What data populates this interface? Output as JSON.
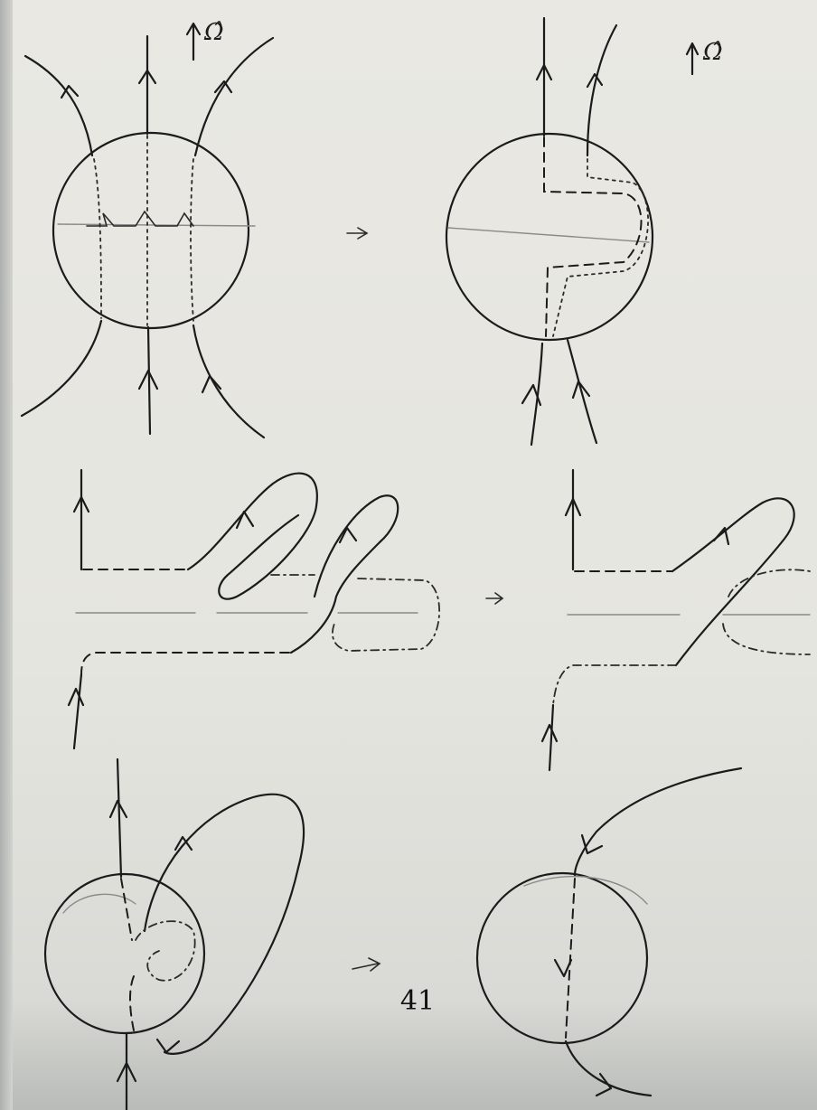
{
  "sheet": {
    "page_number": "41",
    "rotation_label": "Ω̂",
    "rotation_arrow_icon": "up-arrow-icon",
    "step_arrow_icon": "right-arrow-icon"
  },
  "panels": [
    {
      "id": "sphere-field-before"
    },
    {
      "id": "sphere-field-after"
    },
    {
      "id": "loops-before"
    },
    {
      "id": "loops-after"
    },
    {
      "id": "sphere-loop-before"
    },
    {
      "id": "sphere-loop-after"
    }
  ]
}
